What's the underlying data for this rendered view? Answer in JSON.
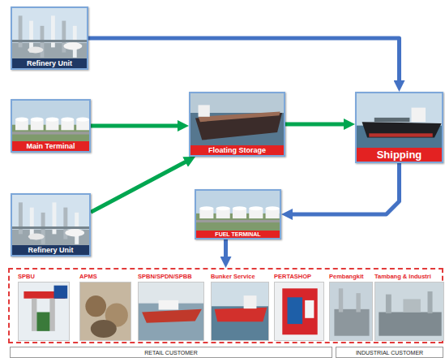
{
  "diagram": {
    "nodes": [
      {
        "text": [
          "Refinery Unit"
        ]
      },
      {
        "text": [
          "Main Terminal"
        ]
      },
      {
        "text": [
          "Refinery Unit"
        ]
      },
      {
        "text": [
          "Floating Storage"
        ]
      },
      {
        "text": [
          "Shipping"
        ]
      },
      {
        "text": [
          "FUEL TERMINAL"
        ]
      },
      {
        "text": []
      },
      {
        "text": [
          "SPBU"
        ],
        "in": 6
      },
      {
        "text": [
          "APMS"
        ],
        "in": 6
      },
      {
        "text": [
          "SPBN/SPDN/SPBB"
        ],
        "in": 6
      },
      {
        "text": [
          "Bunker Service"
        ],
        "in": 6
      },
      {
        "text": [
          "PERTASHOP"
        ],
        "in": 6
      },
      {
        "text": [
          "Pembangkit"
        ],
        "in": 6
      },
      {
        "text": [
          "Tambang & Industri"
        ],
        "in": 6
      },
      {
        "text": [
          "RETAIL CUSTOMER"
        ]
      },
      {
        "text": [
          "INDUSTRIAL CUSTOMER"
        ]
      }
    ],
    "edges": [
      {
        "from": 0,
        "to": 4,
        "arrow": "to"
      },
      {
        "from": 1,
        "to": 3,
        "arrow": "to"
      },
      {
        "from": 2,
        "to": 3,
        "arrow": "to"
      },
      {
        "from": 3,
        "to": 4,
        "arrow": "to"
      },
      {
        "from": 4,
        "to": 5,
        "arrow": "to"
      },
      {
        "from": 5,
        "to": 6,
        "arrow": "to"
      }
    ]
  }
}
